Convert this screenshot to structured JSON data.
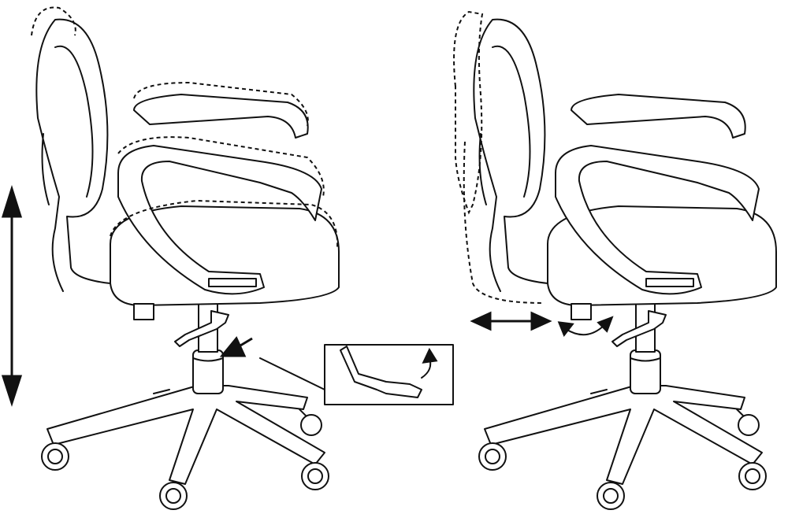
{
  "illustration": {
    "colors": {
      "line": "#111111",
      "background": "#ffffff"
    },
    "panels": [
      {
        "id": "left",
        "adjustments": [
          "seat-height",
          "armrest-tilt",
          "gas-lift-lever"
        ]
      },
      {
        "id": "right",
        "adjustments": [
          "backrest-depth",
          "seat-swivel"
        ]
      }
    ]
  }
}
